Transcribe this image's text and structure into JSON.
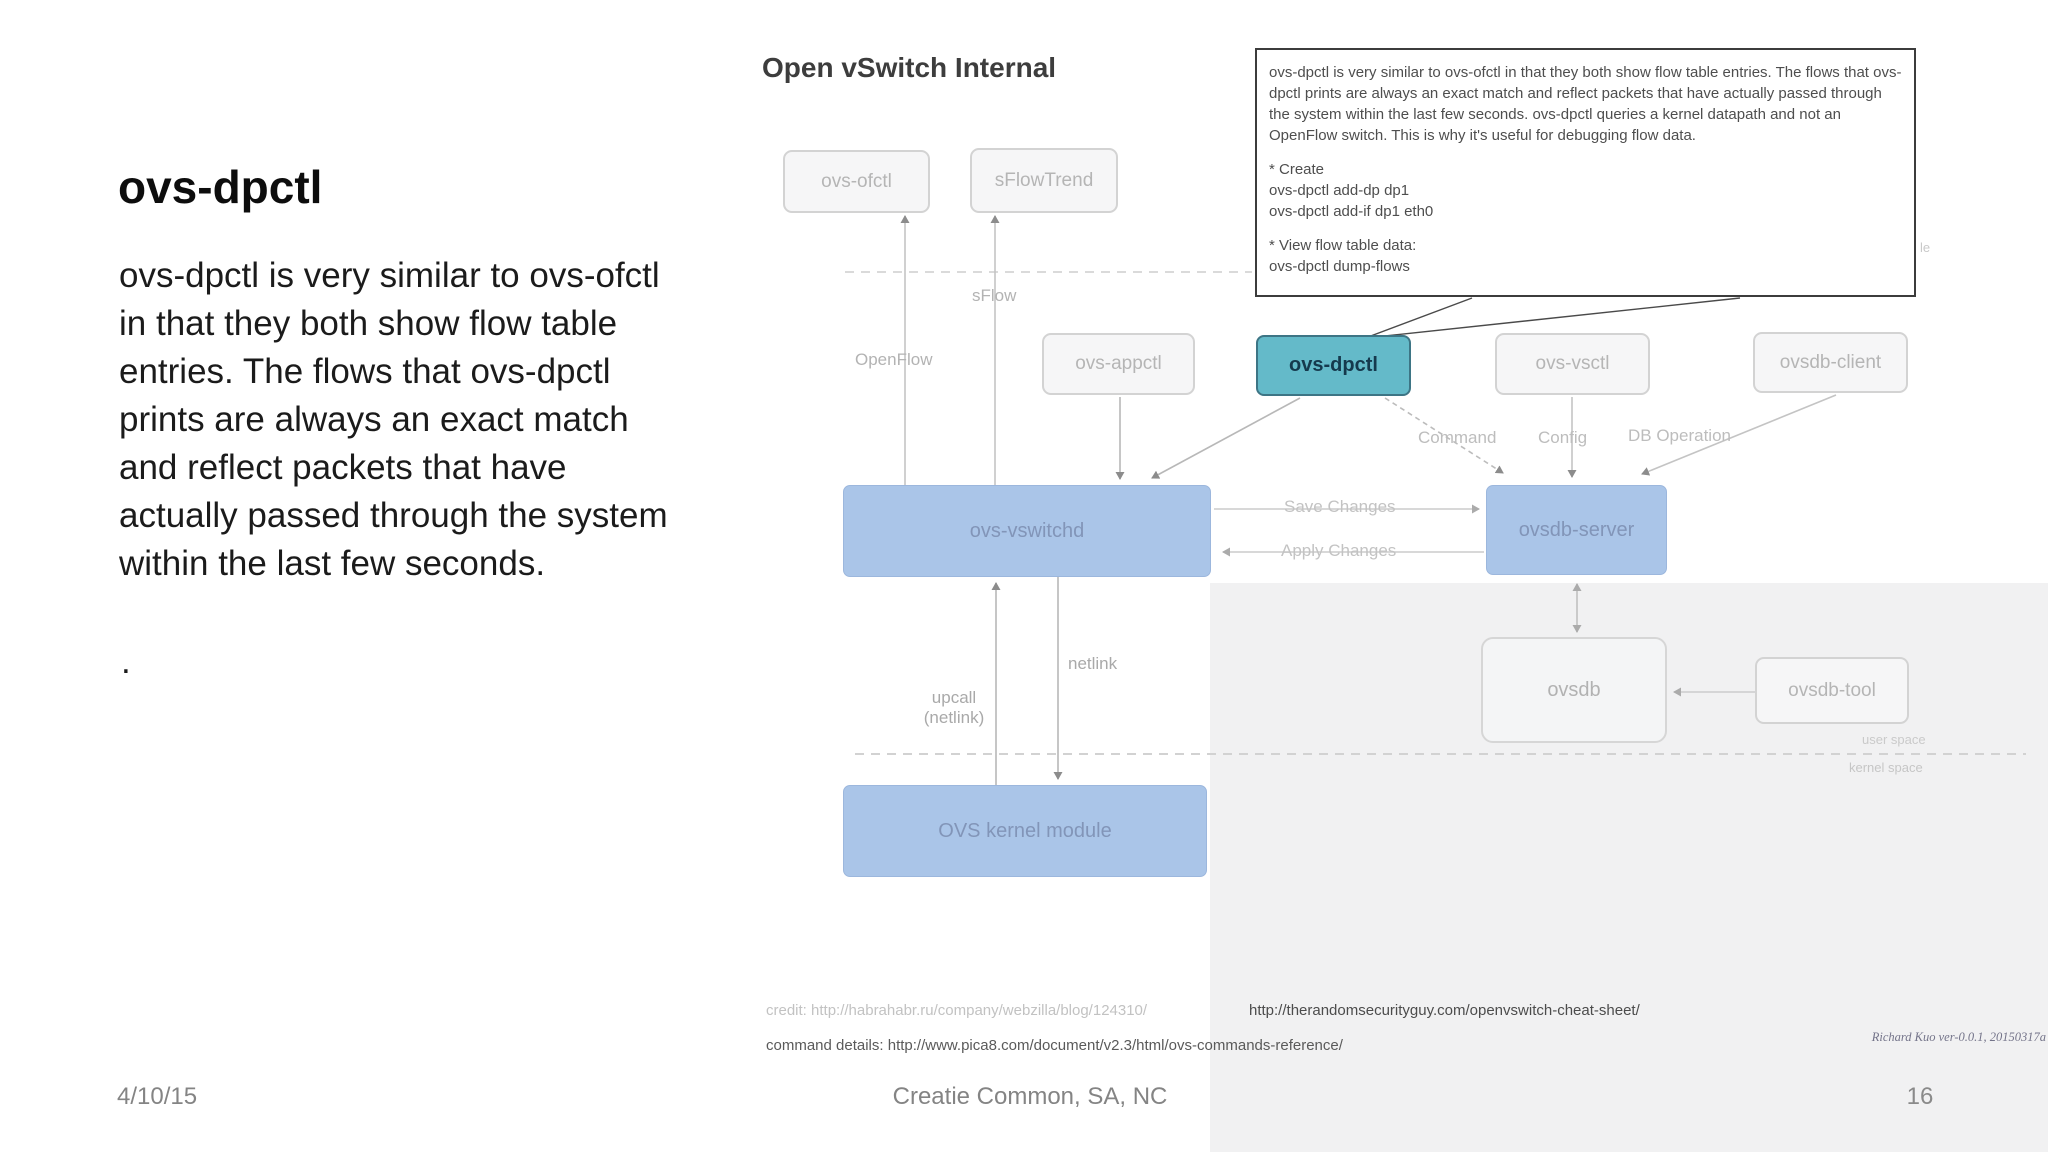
{
  "slide": {
    "title": "ovs-dpctl",
    "body": "ovs-dpctl is very similar to ovs-ofctl in that they both show flow table entries. The flows that ovs-dpctl prints are always an exact match and reflect packets that have actually passed through the system within the last few seconds.",
    "trailing_dot": ".",
    "footer": {
      "date": "4/10/15",
      "license": "Creatie Common, SA, NC",
      "page_number": "16"
    }
  },
  "diagram": {
    "title": "Open vSwitch Internal",
    "callout": {
      "paragraph": "ovs-dpctl is very similar to ovs-ofctl in that they both show flow table entries. The flows that ovs-dpctl prints are always an exact match and reflect packets that have actually passed through the system within the last few seconds. ovs-dpctl queries a kernel datapath and not an OpenFlow switch. This is why it's useful for debugging flow data.",
      "create_heading": "* Create",
      "create_cmd_1": "ovs-dpctl add-dp dp1",
      "create_cmd_2": "ovs-dpctl add-if dp1 eth0",
      "view_heading": "* View flow table data:",
      "view_cmd": "ovs-dpctl dump-flows"
    },
    "nodes": [
      {
        "id": "ovs-ofctl",
        "label": "ovs-ofctl"
      },
      {
        "id": "sflowtrend",
        "label": "sFlowTrend"
      },
      {
        "id": "ovs-appctl",
        "label": "ovs-appctl"
      },
      {
        "id": "ovs-dpctl",
        "label": "ovs-dpctl"
      },
      {
        "id": "ovs-vsctl",
        "label": "ovs-vsctl"
      },
      {
        "id": "ovsdb-client",
        "label": "ovsdb-client"
      },
      {
        "id": "ovs-vswitchd",
        "label": "ovs-vswitchd"
      },
      {
        "id": "ovsdb-server",
        "label": "ovsdb-server"
      },
      {
        "id": "ovsdb",
        "label": "ovsdb"
      },
      {
        "id": "ovsdb-tool",
        "label": "ovsdb-tool"
      },
      {
        "id": "ovs-kernel-module",
        "label": "OVS kernel module"
      }
    ],
    "edge_labels": {
      "sflow": "sFlow",
      "openflow": "OpenFlow",
      "command": "Command",
      "config": "Config",
      "db_operation": "DB Operation",
      "save_changes": "Save Changes",
      "apply_changes": "Apply Changes",
      "netlink": "netlink",
      "upcall_line1": "upcall",
      "upcall_line2": "(netlink)"
    },
    "boundary": {
      "user_space": "user space",
      "kernel_space": "kernel space"
    },
    "clipped_text_fragment": "le",
    "credits": {
      "credit_line": "credit: http://habrahabr.ru/company/webzilla/blog/124310/",
      "cheatsheet_url": "http://therandomsecurityguy.com/openvswitch-cheat-sheet/",
      "command_details_line": "command details: http://www.pica8.com/document/v2.3/html/ovs-commands-reference/",
      "watermark": "Richard Kuo  ver-0.0.1, 20150317a"
    },
    "colors": {
      "highlight_fill": "#64bac9",
      "highlight_border": "#3d7585",
      "blue_fill": "#aac5e8",
      "blue_border": "#9cb7dd"
    }
  }
}
